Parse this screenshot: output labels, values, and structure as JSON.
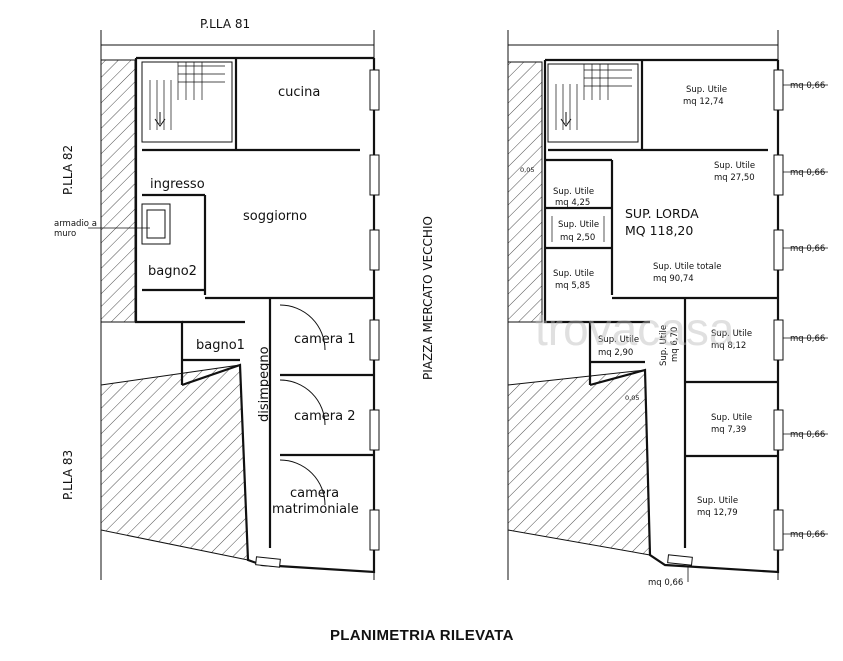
{
  "title": "PLANIMETRIA RILEVATA",
  "watermark": "trovacasa",
  "left_plan": {
    "parcel_top": "P.LLA 81",
    "parcel_left_top": "P.LLA 82",
    "parcel_left_bottom": "P.LLA 83",
    "street": "PIAZZA MERCATO VECCHIO",
    "wardrobe_note_line1": "armadio a",
    "wardrobe_note_line2": "muro",
    "rooms": {
      "cucina": "cucina",
      "ingresso": "ingresso",
      "soggiorno": "soggiorno",
      "bagno2": "bagno2",
      "bagno1": "bagno1",
      "disimpegno": "disimpegno",
      "camera1": "camera 1",
      "camera2": "camera 2",
      "camera_matrimoniale_line1": "camera",
      "camera_matrimoniale_line2": "matrimoniale"
    }
  },
  "right_plan": {
    "gross_label": "SUP. LORDA",
    "gross_value": "MQ 118,20",
    "total_label": "Sup. Utile totale",
    "total_value": "mq 90,74",
    "utile_label": "Sup. Utile",
    "areas": {
      "cucina": "mq 12,74",
      "soggiorno": "mq 27,50",
      "ingresso": "mq 4,25",
      "wardrobe": "mq 2,50",
      "bagno2": "mq 5,85",
      "bagno1": "mq 2,90",
      "disimpegno": "mq 6,70",
      "camera1": "mq 8,12",
      "camera2": "mq 7,39",
      "camera_matrimoniale": "mq 12,79"
    },
    "window_area": "mq 0,66",
    "dim_small": "0,05"
  }
}
